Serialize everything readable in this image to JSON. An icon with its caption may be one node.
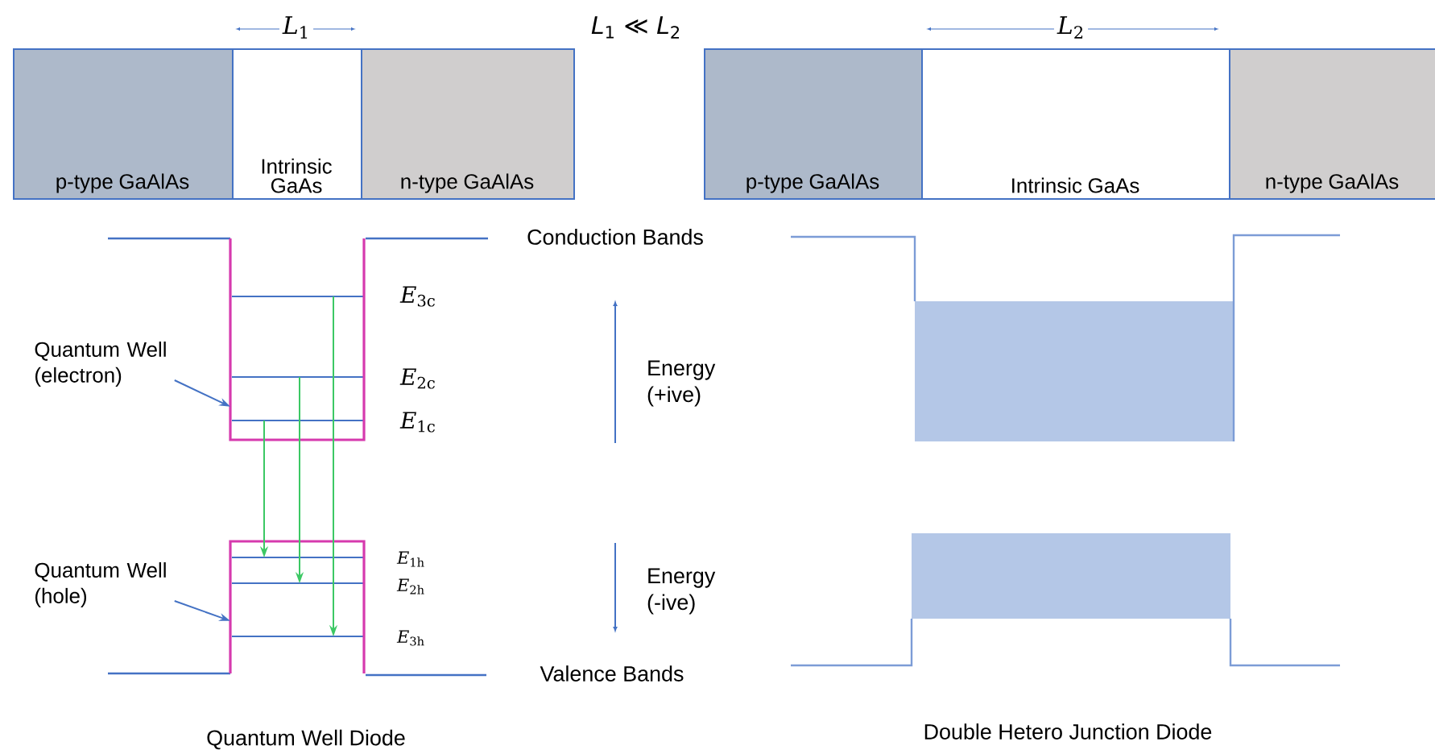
{
  "diagram": {
    "nodes": [
      {
        "text": [
          "p-type GaAlAs"
        ]
      },
      {
        "text": [
          "Intrinsic GaAs"
        ]
      },
      {
        "text": [
          "n-type GaAlAs"
        ]
      },
      {
        "text": [
          "p-type GaAlAs"
        ]
      },
      {
        "text": [
          "Intrinsic GaAs"
        ]
      },
      {
        "text": [
          "n-type GaAlAs"
        ]
      },
      {
        "text": [
          "Quantum Well (electron)"
        ]
      },
      {
        "text": [],
        "shape": "box"
      },
      {
        "text": [
          "Quantum Well (hole)"
        ]
      },
      {
        "text": [],
        "shape": "box"
      }
    ],
    "edges": [
      {
        "from": 6,
        "to": 7,
        "arrow": "to",
        "color": "#4472c4"
      },
      {
        "from": 8,
        "to": 9,
        "arrow": "to",
        "color": "#4472c4"
      },
      {
        "from": 7,
        "to": 9,
        "arrow": "to"
      },
      {
        "from": 7,
        "to": 9,
        "arrow": "to"
      },
      {
        "from": 7,
        "to": 9,
        "arrow": "to"
      }
    ],
    "labels": [
      "*L*$_{1}$",
      "*L*$_{1}$ ≪ *L*$_{2}$",
      "*L*$_{2}$",
      "Conduction Bands",
      "Valence Bands",
      "Energy (+ive)",
      "Energy (-ive)",
      "*E*$_{3c}$",
      "*E*$_{2c}$",
      "*E*$_{1c}$",
      "*E*$_{1h}$",
      "*E*$_{2h}$",
      "*E*$_{3h}$",
      "Quantum Well Diode",
      "Double Hetero Junction Diode"
    ]
  }
}
